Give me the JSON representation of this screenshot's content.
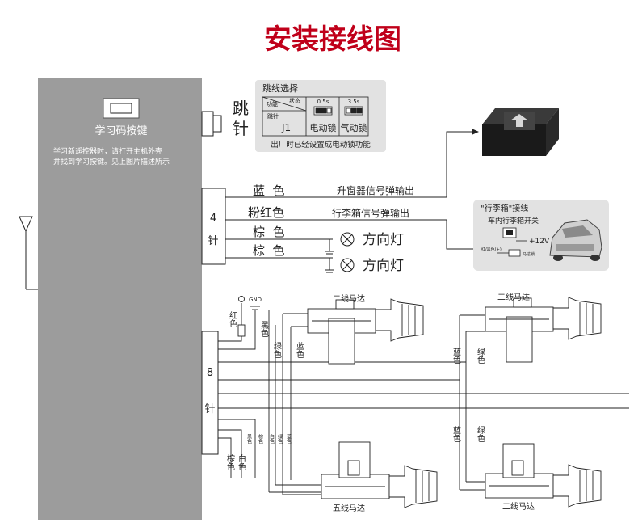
{
  "title": "安装接线图",
  "main_unit": {
    "learn_label": "学习码按键",
    "note_line1": "学习新遥控器时，请打开主机外壳",
    "note_line2": "并找到学习按键。见上图片描述所示"
  },
  "jumper": {
    "side_char1": "跳",
    "side_char2": "针",
    "box_title": "跳线选择",
    "hdr_function": "功能",
    "hdr_state": "状态",
    "hdr_jumper": "跳针",
    "opt1_time": "0.5s",
    "opt2_time": "3.5s",
    "j1_label": "J1",
    "opt1_label": "电动锁",
    "opt2_label": "气动锁",
    "factory_note": "出厂时已经设置成电动锁功能"
  },
  "connector4": {
    "label_num": "4",
    "label_pin": "针"
  },
  "wires4": [
    {
      "color": "蓝  色",
      "function": "升窗器信号弹输出"
    },
    {
      "color": "粉红色",
      "function": "行李箱信号弹输出"
    },
    {
      "color": "棕  色",
      "function": "方向灯"
    },
    {
      "color": "棕  色",
      "function": "方向灯"
    }
  ],
  "trunk": {
    "title_quote": "\"行李箱\"接线",
    "switch_label": "车内行李箱开关",
    "voltage": "+12V",
    "wire_label": "红/黑色(+)",
    "motor_label": "马达锁"
  },
  "connector8": {
    "label_num": "8",
    "label_pin": "针"
  },
  "wires8": {
    "red": "红色",
    "gnd": "GND",
    "black": "黑色",
    "green": "绿色",
    "blue": "蓝色",
    "brown": "棕色",
    "white": "白色",
    "bottom_small": [
      "黑色",
      "棕色",
      "白色",
      "绿色",
      "蓝色"
    ]
  },
  "motors": {
    "two_wire_a": "二线马达",
    "two_wire_b": "二线马达",
    "five_wire": "五线马达",
    "two_wire_c": "二线马达",
    "blue_right": "蓝色",
    "green_right": "绿色",
    "blue_right2": "蓝色",
    "green_right2": "绿色"
  },
  "colors": {
    "title": "#c0001a",
    "unit_fill": "#9a9a9a",
    "panel_fill": "#e2e2e2",
    "line": "#222222"
  }
}
